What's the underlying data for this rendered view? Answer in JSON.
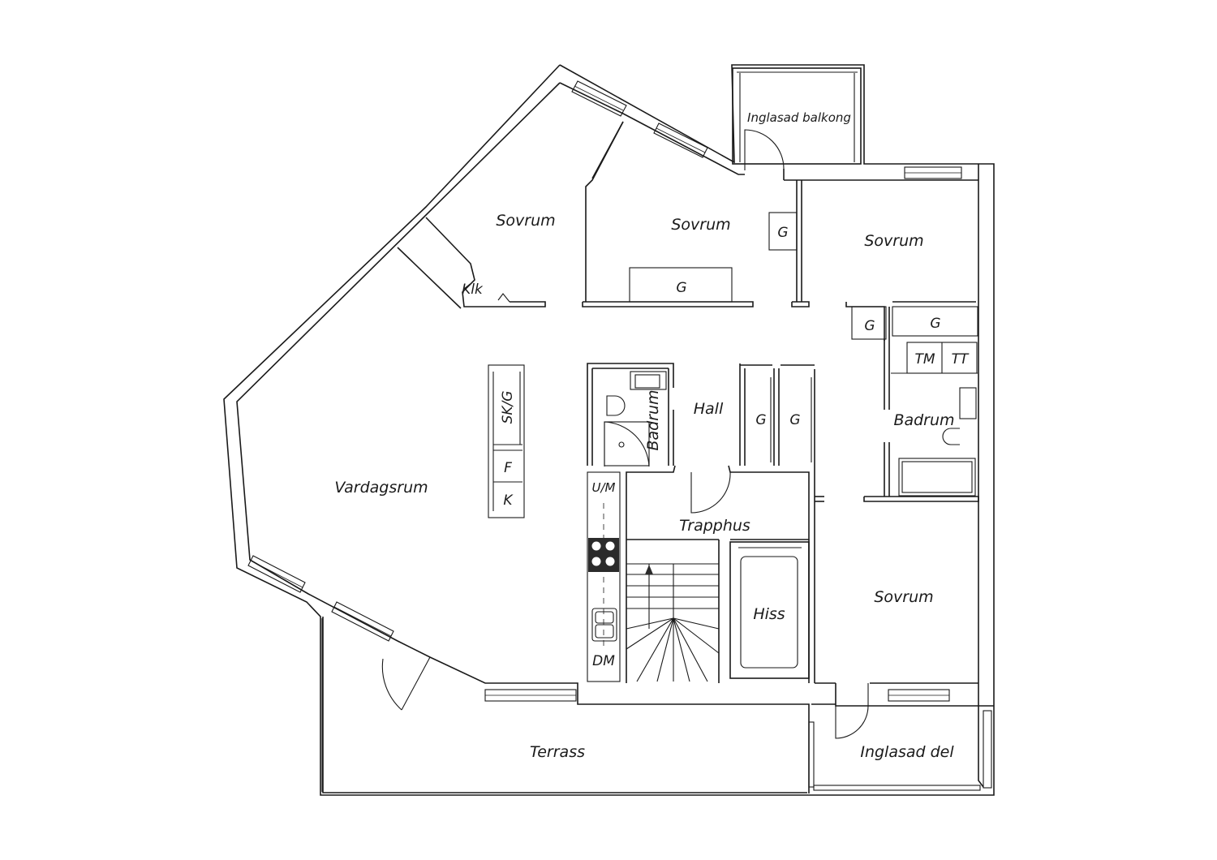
{
  "plan": {
    "rooms": {
      "inglasad_balkong": "Inglasad balkong",
      "sovrum_1": "Sovrum",
      "sovrum_2": "Sovrum",
      "sovrum_3": "Sovrum",
      "sovrum_4": "Sovrum",
      "klk": "Klk",
      "vardagsrum": "Vardagsrum",
      "badrum_1": "Badrum",
      "badrum_2": "Badrum",
      "hall": "Hall",
      "trapphus": "Trapphus",
      "hiss": "Hiss",
      "terrass": "Terrass",
      "inglasad_del": "Inglasad del"
    },
    "fixtures": {
      "g_closet_1": "G",
      "g_closet_2": "G",
      "g_closet_3": "G",
      "g_closet_4": "G",
      "g_closet_5": "G",
      "g_closet_6": "G",
      "sk_g": "SK/G",
      "f": "F",
      "k": "K",
      "u_m": "U/M",
      "dm": "DM",
      "tm": "TM",
      "tt": "TT"
    }
  }
}
